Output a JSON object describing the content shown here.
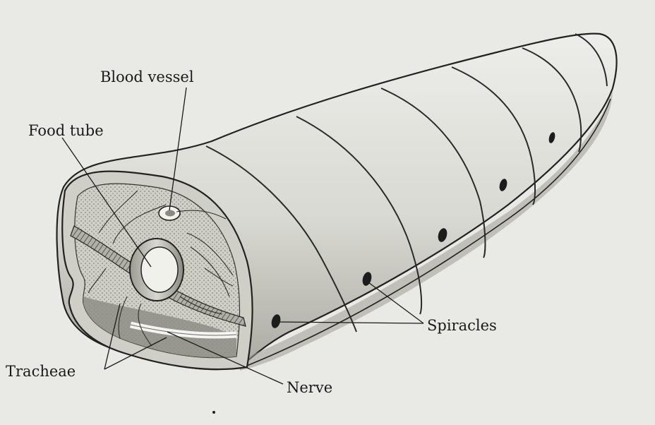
{
  "labels": {
    "blood_vessel": "Blood vessel",
    "food_tube": "Food tube",
    "spiracles": "Spiracles",
    "tracheae": "Tracheae",
    "nerve": "Nerve"
  },
  "colors": {
    "background": "#e9e9e5",
    "body_fill": "#dcdcd6",
    "shadow": "#bcbcb4",
    "outline": "#222222",
    "interior": "#8e8e86"
  }
}
